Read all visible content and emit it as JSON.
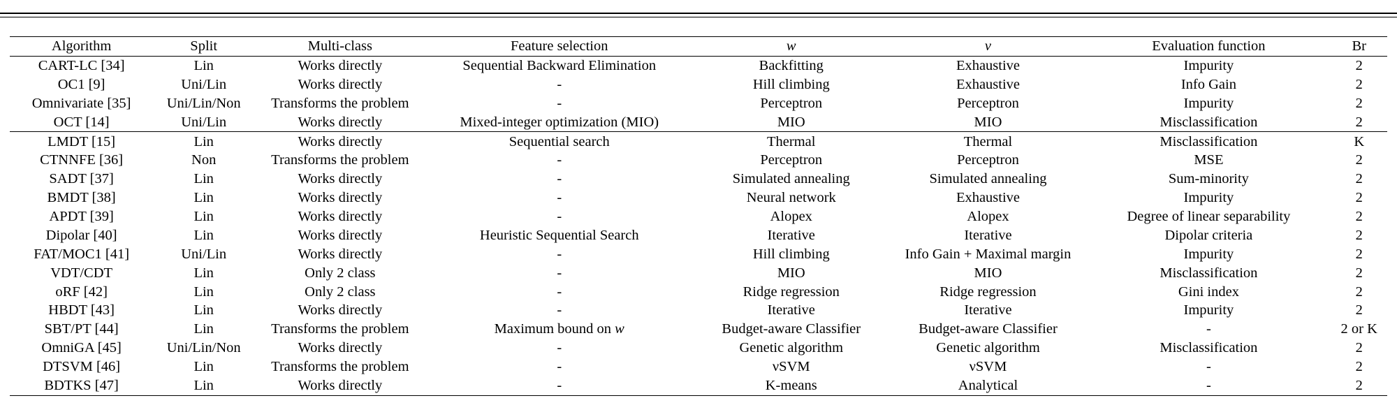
{
  "table": {
    "columns": [
      "Algorithm",
      "Split",
      "Multi-class",
      "Feature selection",
      "w",
      "v",
      "Evaluation function",
      "Br"
    ],
    "groups": [
      {
        "rows": [
          {
            "algorithm": "CART-LC [34]",
            "split": "Lin",
            "multi_class": "Works directly",
            "feature_selection": "Sequential Backward Elimination",
            "w": "Backfitting",
            "v": "Exhaustive",
            "evaluation_function": "Impurity",
            "br": "2"
          },
          {
            "algorithm": "OC1 [9]",
            "split": "Uni/Lin",
            "multi_class": "Works directly",
            "feature_selection": "-",
            "w": "Hill climbing",
            "v": "Exhaustive",
            "evaluation_function": "Info Gain",
            "br": "2"
          },
          {
            "algorithm": "Omnivariate [35]",
            "split": "Uni/Lin/Non",
            "multi_class": "Transforms the problem",
            "feature_selection": "-",
            "w": "Perceptron",
            "v": "Perceptron",
            "evaluation_function": "Impurity",
            "br": "2"
          },
          {
            "algorithm": "OCT [14]",
            "split": "Uni/Lin",
            "multi_class": "Works directly",
            "feature_selection": "Mixed-integer optimization (MIO)",
            "w": "MIO",
            "v": "MIO",
            "evaluation_function": "Misclassification",
            "br": "2"
          }
        ]
      },
      {
        "rows": [
          {
            "algorithm": "LMDT [15]",
            "split": "Lin",
            "multi_class": "Works directly",
            "feature_selection": "Sequential search",
            "w": "Thermal",
            "v": "Thermal",
            "evaluation_function": "Misclassification",
            "br": "K"
          },
          {
            "algorithm": "CTNNFE [36]",
            "split": "Non",
            "multi_class": "Transforms the problem",
            "feature_selection": "-",
            "w": "Perceptron",
            "v": "Perceptron",
            "evaluation_function": "MSE",
            "br": "2"
          },
          {
            "algorithm": "SADT [37]",
            "split": "Lin",
            "multi_class": "Works directly",
            "feature_selection": "-",
            "w": "Simulated annealing",
            "v": "Simulated annealing",
            "evaluation_function": "Sum-minority",
            "br": "2"
          },
          {
            "algorithm": "BMDT [38]",
            "split": "Lin",
            "multi_class": "Works directly",
            "feature_selection": "-",
            "w": "Neural network",
            "v": "Exhaustive",
            "evaluation_function": "Impurity",
            "br": "2"
          },
          {
            "algorithm": "APDT [39]",
            "split": "Lin",
            "multi_class": "Works directly",
            "feature_selection": "-",
            "w": "Alopex",
            "v": "Alopex",
            "evaluation_function": "Degree of linear separability",
            "br": "2"
          },
          {
            "algorithm": "Dipolar [40]",
            "split": "Lin",
            "multi_class": "Works directly",
            "feature_selection": "Heuristic Sequential Search",
            "w": "Iterative",
            "v": "Iterative",
            "evaluation_function": "Dipolar criteria",
            "br": "2"
          },
          {
            "algorithm": "FAT/MOC1 [41]",
            "split": "Uni/Lin",
            "multi_class": "Works directly",
            "feature_selection": "-",
            "w": "Hill climbing",
            "v": "Info Gain + Maximal margin",
            "evaluation_function": "Impurity",
            "br": "2"
          },
          {
            "algorithm": "VDT/CDT",
            "split": "Lin",
            "multi_class": "Only 2 class",
            "feature_selection": "-",
            "w": "MIO",
            "v": "MIO",
            "evaluation_function": "Misclassification",
            "br": "2"
          },
          {
            "algorithm": "oRF [42]",
            "split": "Lin",
            "multi_class": "Only 2 class",
            "feature_selection": "-",
            "w": "Ridge regression",
            "v": "Ridge regression",
            "evaluation_function": "Gini index",
            "br": "2"
          },
          {
            "algorithm": "HBDT [43]",
            "split": "Lin",
            "multi_class": "Works directly",
            "feature_selection": "-",
            "w": "Iterative",
            "v": "Iterative",
            "evaluation_function": "Impurity",
            "br": "2"
          },
          {
            "algorithm": "SBT/PT [44]",
            "split": "Lin",
            "multi_class": "Transforms the problem",
            "feature_selection": "Maximum bound on w",
            "feature_selection_math_tail": "w",
            "w": "Budget-aware Classifier",
            "v": "Budget-aware Classifier",
            "evaluation_function": "-",
            "br": "2 or K"
          },
          {
            "algorithm": "OmniGA [45]",
            "split": "Uni/Lin/Non",
            "multi_class": "Works directly",
            "feature_selection": "-",
            "w": "Genetic algorithm",
            "v": "Genetic algorithm",
            "evaluation_function": "Misclassification",
            "br": "2"
          },
          {
            "algorithm": "DTSVM [46]",
            "split": "Lin",
            "multi_class": "Transforms the problem",
            "feature_selection": "-",
            "w": "νSVM",
            "v": "νSVM",
            "evaluation_function": "-",
            "br": "2"
          },
          {
            "algorithm": "BDTKS [47]",
            "split": "Lin",
            "multi_class": "Works directly",
            "feature_selection": "-",
            "w": "K-means",
            "v": "Analytical",
            "evaluation_function": "-",
            "br": "2"
          }
        ]
      }
    ]
  }
}
